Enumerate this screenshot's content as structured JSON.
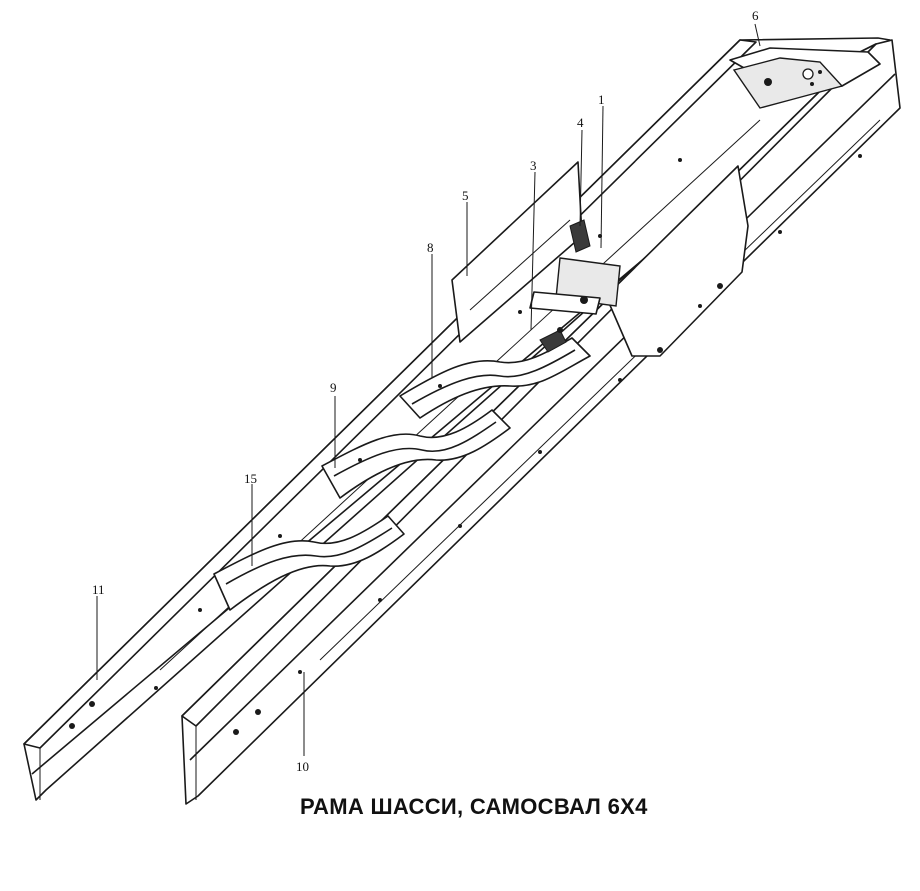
{
  "caption": "РАМА ШАССИ, САМОСВАЛ 6X4",
  "callouts": [
    {
      "id": "c1",
      "label": "1"
    },
    {
      "id": "c3",
      "label": "3"
    },
    {
      "id": "c4",
      "label": "4"
    },
    {
      "id": "c5",
      "label": "5"
    },
    {
      "id": "c6",
      "label": "6"
    },
    {
      "id": "c8",
      "label": "8"
    },
    {
      "id": "c9",
      "label": "9"
    },
    {
      "id": "c10",
      "label": "10"
    },
    {
      "id": "c11",
      "label": "11"
    },
    {
      "id": "c15",
      "label": "15"
    }
  ]
}
